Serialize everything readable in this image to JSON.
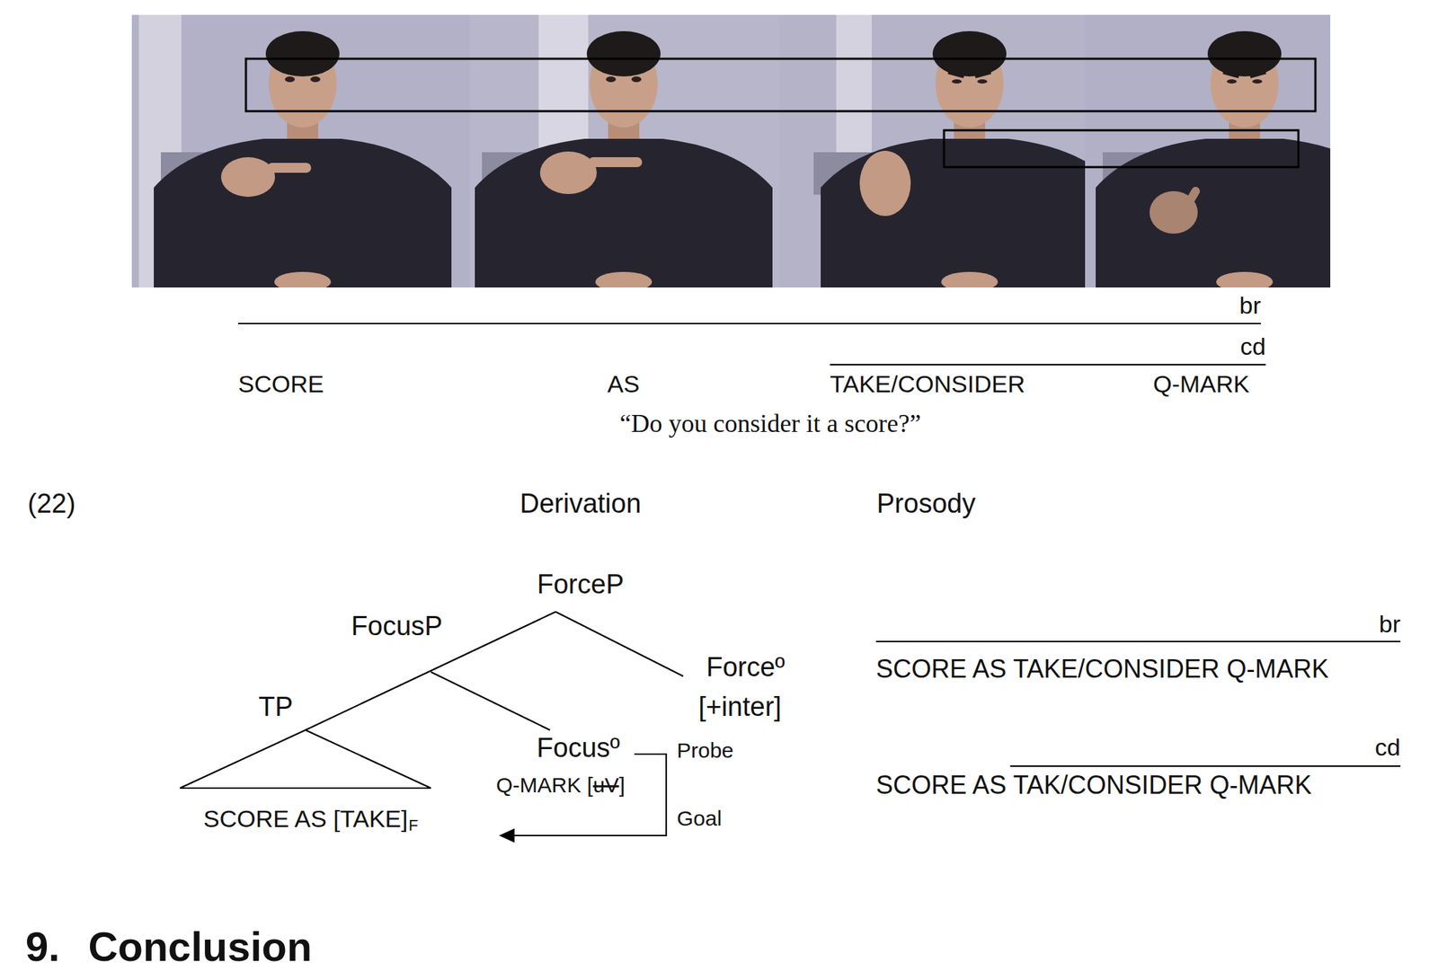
{
  "diagram": {
    "labels": [
      "br",
      "cd",
      "SCORE",
      "AS",
      "TAKE/CONSIDER",
      "Q-MARK",
      "“Do you consider it a score?”",
      "(22)",
      "Derivation",
      "Prosody",
      "ForceP",
      "FocusP",
      "Forceº",
      "[+inter]",
      "TP",
      "Focusº",
      "Probe",
      "Q-MARK [",
      "uV",
      "]",
      "Goal",
      "SCORE AS [TAKE]",
      "F",
      "br",
      "SCORE AS TAKE/CONSIDER Q-MARK",
      "cd",
      "SCORE AS TAK/CONSIDER Q-MARK",
      "9.",
      "Conclusion"
    ]
  }
}
